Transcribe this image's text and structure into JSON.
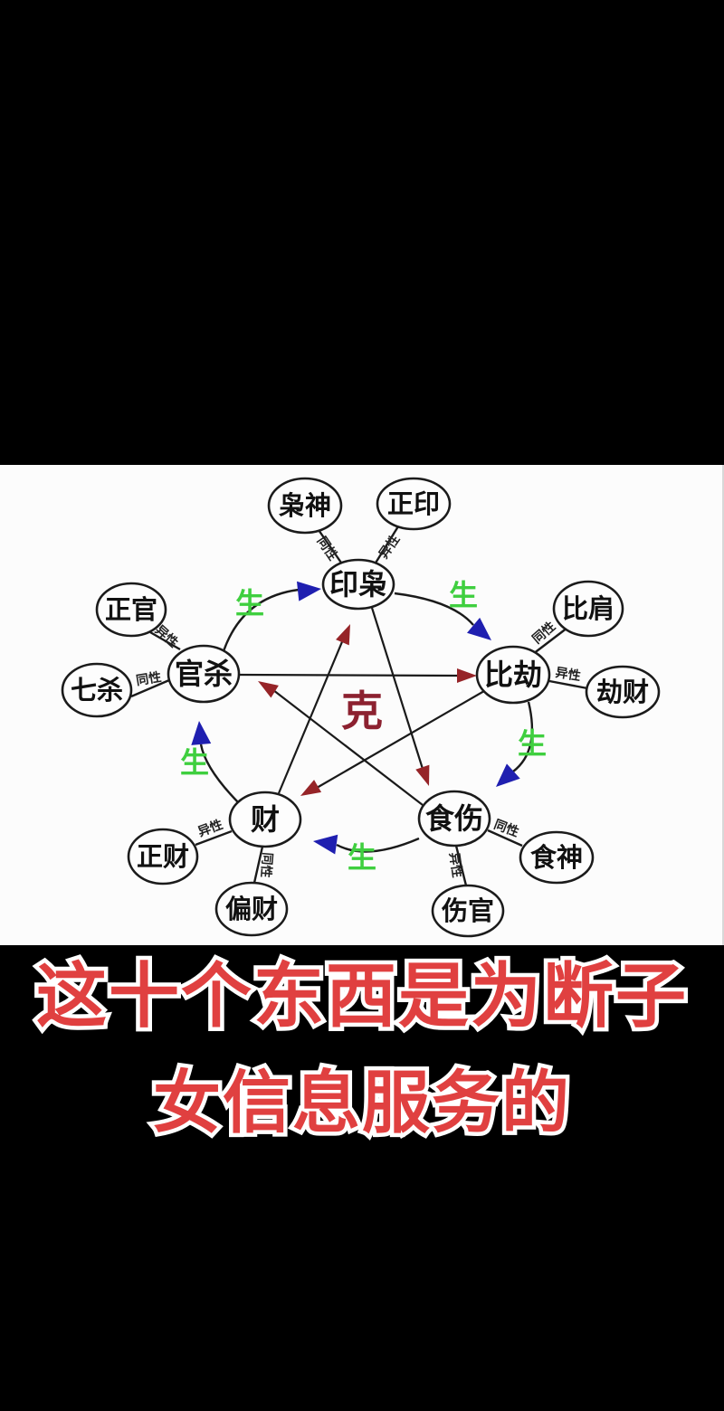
{
  "diagram": {
    "overcome_label": "克",
    "grow_label": "生",
    "main_nodes": [
      {
        "label": "印枭"
      },
      {
        "label": "比劫"
      },
      {
        "label": "食伤"
      },
      {
        "label": "财"
      },
      {
        "label": "官杀"
      }
    ],
    "satellites": [
      {
        "label": "枭神",
        "relation": "同性"
      },
      {
        "label": "正印",
        "relation": "异性"
      },
      {
        "label": "比肩",
        "relation": "同性"
      },
      {
        "label": "劫财",
        "relation": "异性"
      },
      {
        "label": "食神",
        "relation": "同性"
      },
      {
        "label": "伤官",
        "relation": "异性"
      },
      {
        "label": "偏财",
        "relation": "同性"
      },
      {
        "label": "正财",
        "relation": "异性"
      },
      {
        "label": "七杀",
        "relation": "同性"
      },
      {
        "label": "正官",
        "relation": "异性"
      }
    ],
    "colors": {
      "grow_green": "#3fcf3f",
      "overcome_red": "#8c2130",
      "arc_arrow_blue": "#1f1fb0",
      "star_arrow_red": "#962428"
    }
  },
  "caption": {
    "line1": "这十个东西是为断子",
    "line2": "女信息服务的",
    "text_color": "#e04040"
  }
}
